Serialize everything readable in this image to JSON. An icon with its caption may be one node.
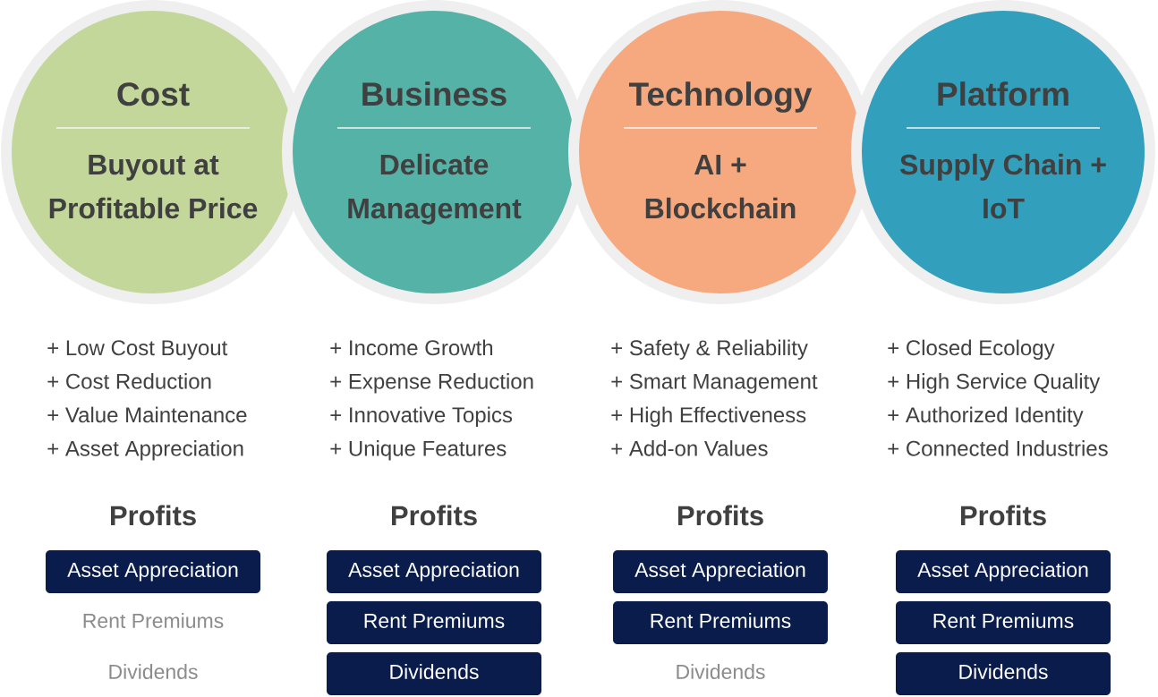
{
  "diagram": {
    "nodes": [
      {
        "text": [
          "Cost",
          "Buyout at Profitable Price"
        ]
      },
      {
        "text": [
          "Business",
          "Delicate Management"
        ]
      },
      {
        "text": [
          "Technology",
          "AI + Blockchain"
        ]
      },
      {
        "text": [
          "Platform",
          "Supply Chain + IoT"
        ]
      },
      {
        "text": [
          "Asset Appreciation"
        ]
      },
      {
        "text": [
          "Asset Appreciation"
        ]
      },
      {
        "text": [
          "Rent Premiums"
        ]
      },
      {
        "text": [
          "Dividends"
        ]
      },
      {
        "text": [
          "Asset Appreciation"
        ]
      },
      {
        "text": [
          "Rent Premiums"
        ]
      },
      {
        "text": [
          "Asset Appreciation"
        ]
      },
      {
        "text": [
          "Rent Premiums"
        ]
      },
      {
        "text": [
          "Dividends"
        ]
      }
    ],
    "labels": [
      "+ Low Cost Buyout",
      "+ Cost Reduction",
      "+ Value Maintenance",
      "+ Asset Appreciation",
      "Profits",
      "Rent Premiums",
      "Dividends",
      "+ Income Growth",
      "+ Expense Reduction",
      "+ Innovative Topics",
      "+ Unique Features",
      "Profits",
      "+ Safety & Reliability",
      "+ Smart Management",
      "+ High Effectiveness",
      "+ Add-on Values",
      "Profits",
      "Dividends",
      "+ Closed Ecology",
      "+ High Service Quality",
      "+ Authorized Identity",
      "+ Connected Industries",
      "Profits"
    ]
  }
}
